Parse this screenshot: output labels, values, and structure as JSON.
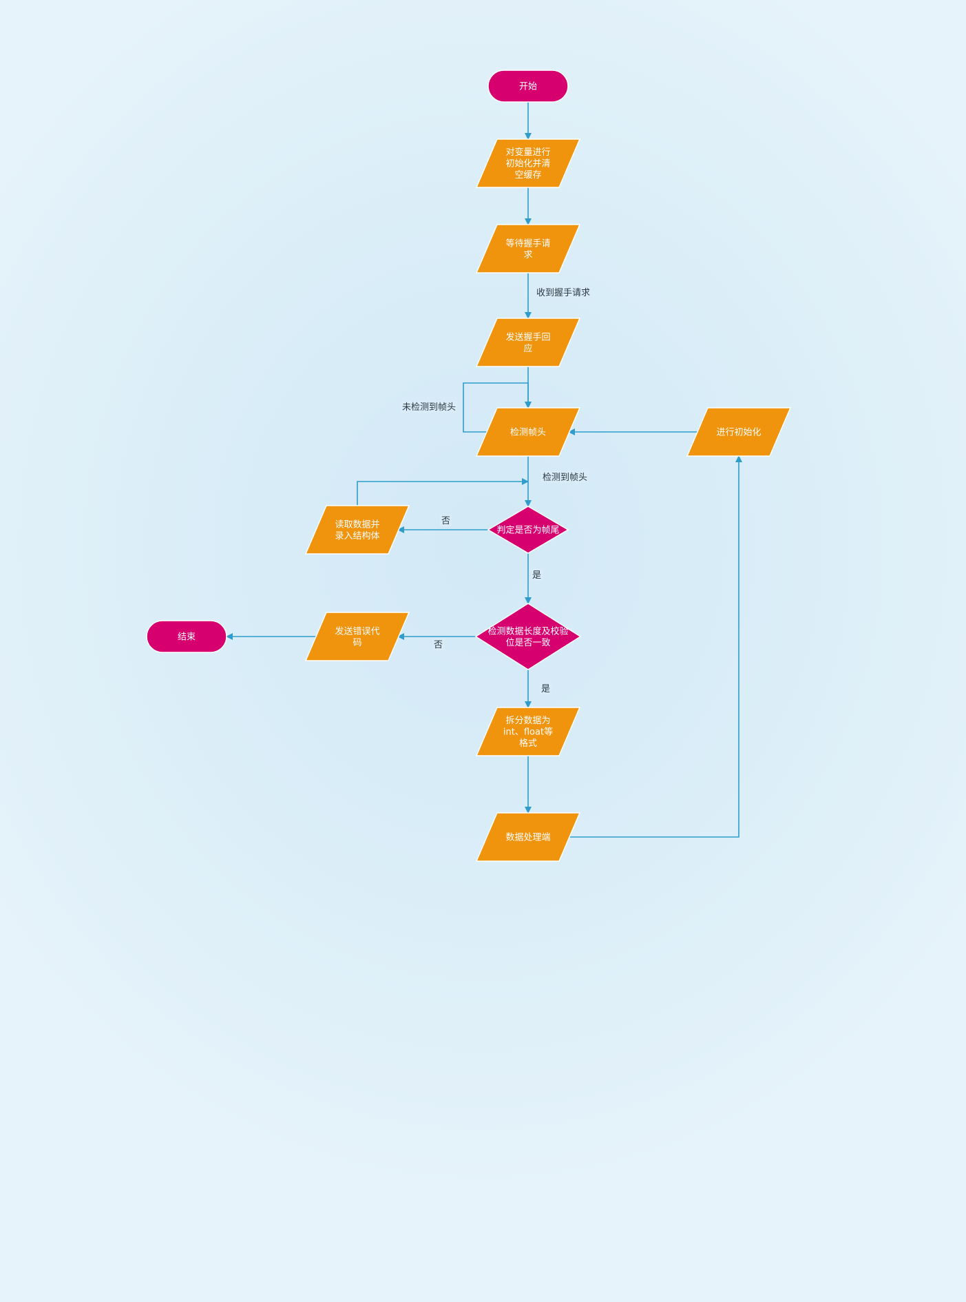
{
  "colors": {
    "terminal": "#d6006f",
    "process": "#f0930d",
    "decision": "#d6006f",
    "edge": "#2f9ccb",
    "text": "#ffffff"
  },
  "nodes": [
    {
      "id": "start",
      "shape": "terminal",
      "lines": [
        "开始"
      ]
    },
    {
      "id": "init",
      "shape": "parallelogram",
      "lines": [
        "对变量进行",
        "初始化并清",
        "空缓存"
      ]
    },
    {
      "id": "wait",
      "shape": "parallelogram",
      "lines": [
        "等待握手请",
        "求"
      ]
    },
    {
      "id": "reply",
      "shape": "parallelogram",
      "lines": [
        "发送握手回",
        "应"
      ]
    },
    {
      "id": "detect",
      "shape": "parallelogram",
      "lines": [
        "检测帧头"
      ]
    },
    {
      "id": "reinit",
      "shape": "parallelogram",
      "lines": [
        "进行初始化"
      ]
    },
    {
      "id": "tail",
      "shape": "decision",
      "lines": [
        "判定是否为帧尾"
      ]
    },
    {
      "id": "read",
      "shape": "parallelogram",
      "lines": [
        "读取数据并",
        "录入结构体"
      ]
    },
    {
      "id": "check",
      "shape": "decision",
      "lines": [
        "检测数据长度及校验",
        "位是否一致"
      ]
    },
    {
      "id": "errcode",
      "shape": "parallelogram",
      "lines": [
        "发送错误代",
        "码"
      ]
    },
    {
      "id": "end",
      "shape": "terminal",
      "lines": [
        "结束"
      ]
    },
    {
      "id": "split",
      "shape": "parallelogram",
      "lines": [
        "拆分数据为",
        "int、float等",
        "格式"
      ]
    },
    {
      "id": "process",
      "shape": "parallelogram",
      "lines": [
        "数据处理端"
      ]
    }
  ],
  "edges": [
    {
      "id": "start-init",
      "from": "start",
      "to": "init",
      "label": ""
    },
    {
      "id": "init-wait",
      "from": "init",
      "to": "wait",
      "label": ""
    },
    {
      "id": "wait-reply",
      "from": "wait",
      "to": "reply",
      "label": "收到握手请求"
    },
    {
      "id": "reply-detect",
      "from": "reply",
      "to": "detect",
      "label": ""
    },
    {
      "id": "detect-loop",
      "from": "detect",
      "to": "detect",
      "label": "未检测到帧头"
    },
    {
      "id": "detect-tail",
      "from": "detect",
      "to": "tail",
      "label": "检测到帧头"
    },
    {
      "id": "tail-read",
      "from": "tail",
      "to": "read",
      "label": "否"
    },
    {
      "id": "read-tail",
      "from": "read",
      "to": "tail",
      "label": ""
    },
    {
      "id": "tail-check",
      "from": "tail",
      "to": "check",
      "label": "是"
    },
    {
      "id": "check-errcode",
      "from": "check",
      "to": "errcode",
      "label": "否"
    },
    {
      "id": "errcode-end",
      "from": "errcode",
      "to": "end",
      "label": ""
    },
    {
      "id": "check-split",
      "from": "check",
      "to": "split",
      "label": "是"
    },
    {
      "id": "split-process",
      "from": "split",
      "to": "process",
      "label": ""
    },
    {
      "id": "process-reinit",
      "from": "process",
      "to": "reinit",
      "label": ""
    },
    {
      "id": "reinit-detect",
      "from": "reinit",
      "to": "detect",
      "label": ""
    }
  ]
}
